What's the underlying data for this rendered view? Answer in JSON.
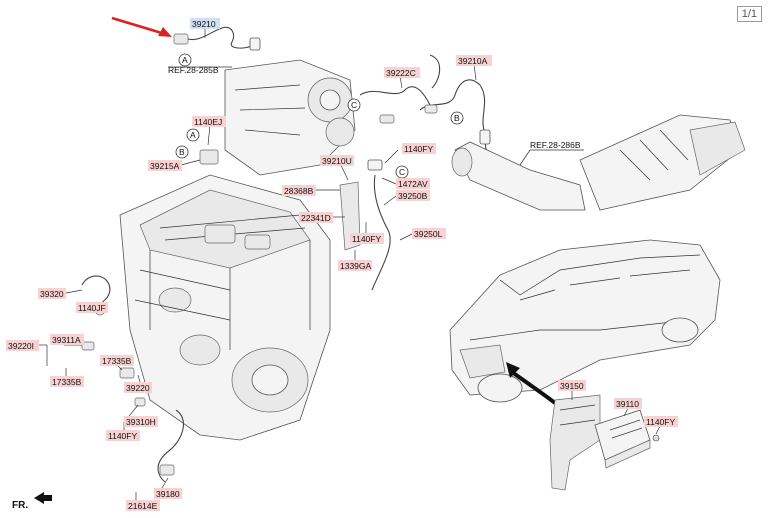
{
  "page_indicator": "1/1",
  "front_label": "FR.",
  "references": [
    {
      "id": "ref-28-285b",
      "text": "REF.28-285B"
    },
    {
      "id": "ref-28-286b",
      "text": "REF.28-286B"
    }
  ],
  "callout_letters": {
    "a": "A",
    "b": "B",
    "c": "C"
  },
  "labels": {
    "l39210": "39210",
    "l39210a": "39210A",
    "l39222c": "39222C",
    "l1140ej": "1140EJ",
    "l39215a": "39215A",
    "l1140fy_top": "1140FY",
    "l39210u": "39210U",
    "l1472av": "1472AV",
    "l28368b": "28368B",
    "l39250b": "39250B",
    "l22341d": "22341D",
    "l1140fy_mid": "1140FY",
    "l39250l": "39250L",
    "l1339ga": "1339GA",
    "l39320": "39320",
    "l1140jf": "1140JF",
    "l39311a": "39311A",
    "l39220i": "39220I",
    "l17335b_a": "17335B",
    "l17335b_b": "17335B",
    "l39220": "39220",
    "l39310h": "39310H",
    "l1140fy_low": "1140FY",
    "l39180": "39180",
    "l21614e": "21614E",
    "l39150": "39150",
    "l39110": "39110",
    "l1140fy_ecu": "1140FY"
  },
  "highlight_color": "#cfe0f3",
  "label_color": "#f8d2d2",
  "arrow_color": "#e02020"
}
